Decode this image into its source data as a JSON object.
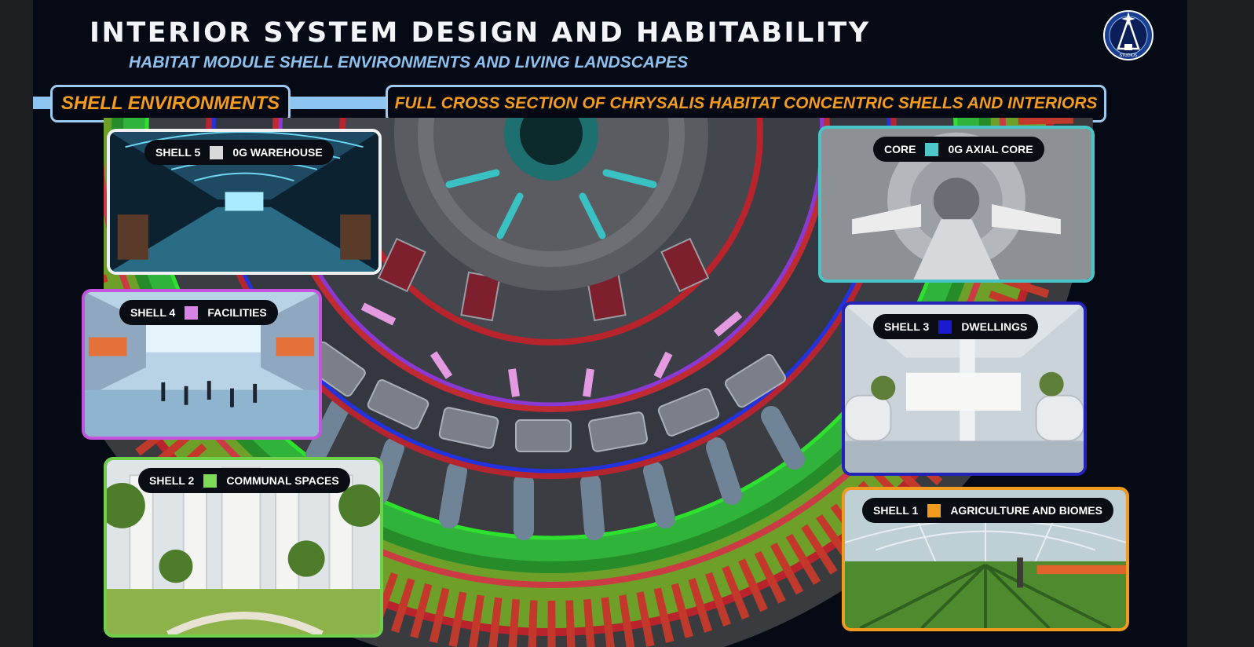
{
  "header": {
    "title": "INTERIOR SYSTEM DESIGN AND HABITABILITY",
    "subtitle": "HABITAT MODULE SHELL ENVIRONMENTS AND LIVING LANDSCAPES"
  },
  "labels": {
    "shell_environments": "SHELL ENVIRONMENTS",
    "cross_section": "FULL CROSS SECTION OF CHRYSALIS HABITAT CONCENTRIC SHELLS AND INTERIORS"
  },
  "logo": {
    "icon": "studio-emblem-icon",
    "text": "STUDIOS"
  },
  "shells": {
    "shell5": {
      "name": "SHELL 5",
      "function": "0G WAREHOUSE",
      "color": "#d9d9d9"
    },
    "shell4": {
      "name": "SHELL 4",
      "function": "FACILITIES",
      "color": "#d982e6"
    },
    "shell2": {
      "name": "SHELL 2",
      "function": "COMMUNAL SPACES",
      "color": "#7ed957"
    },
    "core": {
      "name": "CORE",
      "function": "0G AXIAL CORE",
      "color": "#4fc7c9"
    },
    "shell3": {
      "name": "SHELL 3",
      "function": "DWELLINGS",
      "color": "#1a1ad1"
    },
    "shell1": {
      "name": "SHELL 1",
      "function": "AGRICULTURE AND BIOMES",
      "color": "#f39b1f"
    }
  },
  "colors": {
    "background": "#050a15",
    "accent_blue": "#9dcbf2",
    "accent_orange": "#f39b1f",
    "ring_red": "#c8323a",
    "ring_green": "#2ec92e",
    "ring_blue": "#2233dd",
    "ring_purple": "#8a3ad0"
  }
}
